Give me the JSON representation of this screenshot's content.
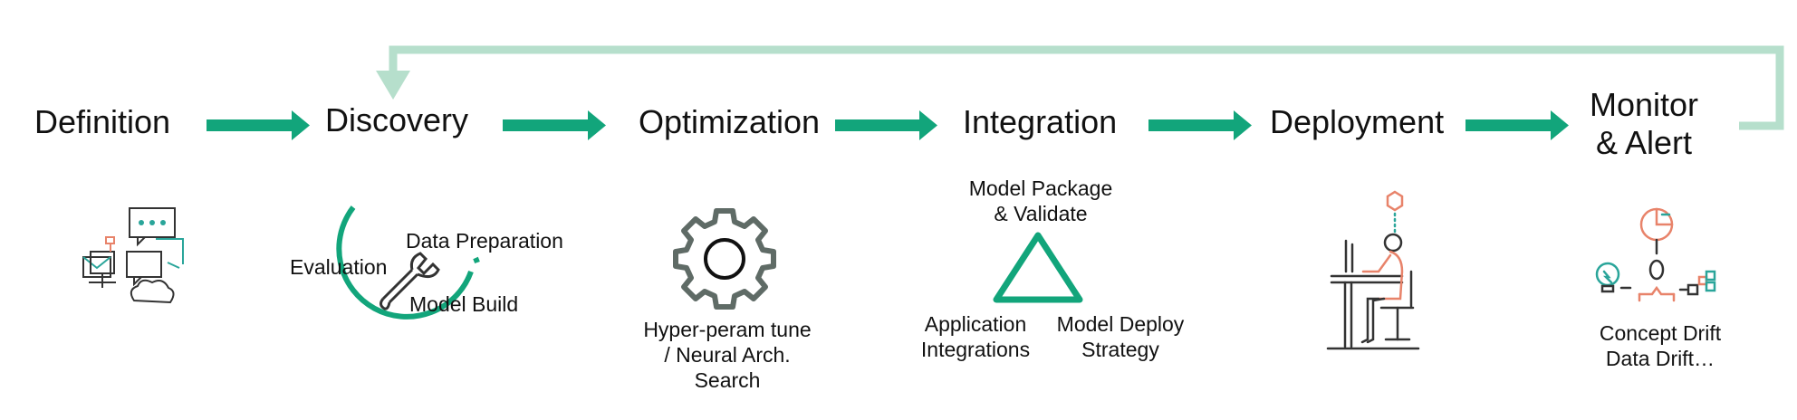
{
  "stages": [
    {
      "title": "Definition"
    },
    {
      "title": "Discovery"
    },
    {
      "title": "Optimization"
    },
    {
      "title": "Integration"
    },
    {
      "title": "Deployment"
    },
    {
      "title_line1": "Monitor",
      "title_line2": "& Alert"
    }
  ],
  "discovery": {
    "data_preparation": "Data Preparation",
    "evaluation": "Evaluation",
    "model_build": "Model Build"
  },
  "optimization": {
    "line1": "Hyper-peram tune",
    "line2": "/ Neural Arch.",
    "line3": "Search"
  },
  "integration": {
    "top_line1": "Model Package",
    "top_line2": "& Validate",
    "left_line1": "Application",
    "left_line2": "Integrations",
    "right_line1": "Model Deploy",
    "right_line2": "Strategy"
  },
  "monitor": {
    "line1": "Concept Drift",
    "line2": "Data Drift…"
  },
  "colors": {
    "arrow": "#12A57B",
    "feedback": "#B6DFCC",
    "icon_dark": "#333333",
    "icon_teal": "#2AA59A",
    "icon_orange": "#E8836A",
    "gear": "#5F6B66"
  }
}
